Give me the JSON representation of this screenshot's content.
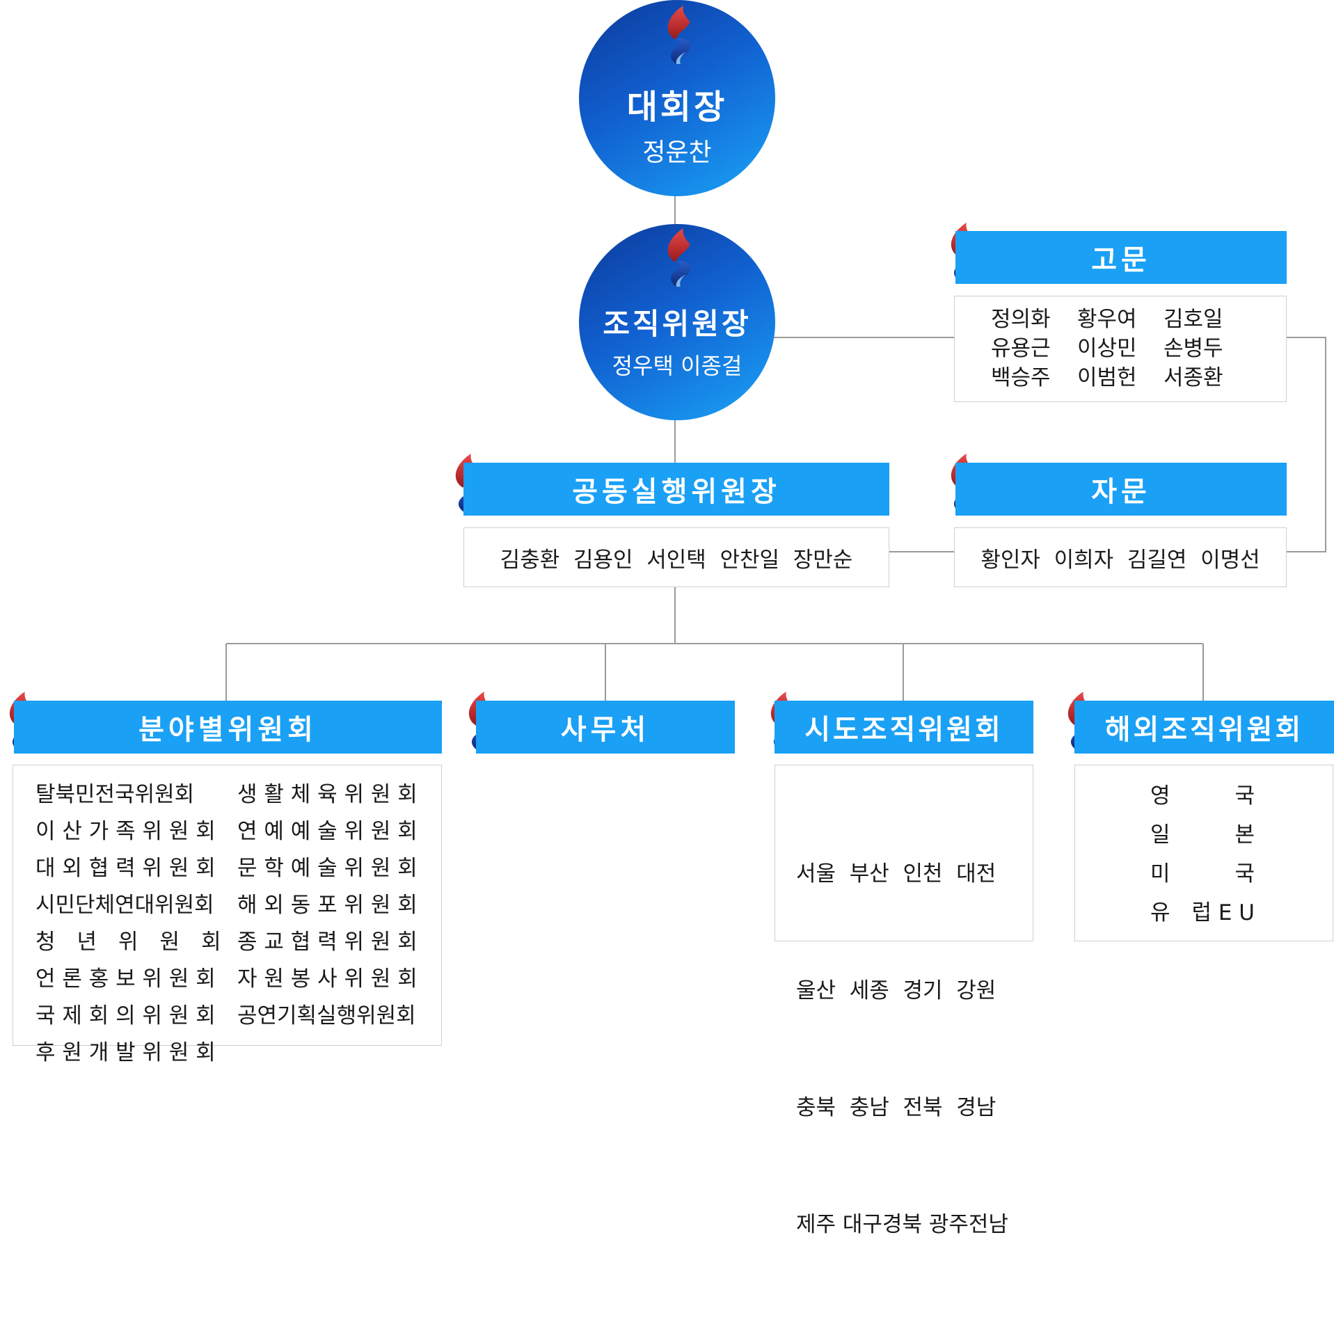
{
  "president": {
    "title": "대회장",
    "name": "정운찬"
  },
  "organizing_chair": {
    "title": "조직위원장",
    "names": "정우택 이종걸"
  },
  "advisors": {
    "title": "고문",
    "members": [
      "정의화",
      "황우여",
      "김호일",
      "유용근",
      "이상민",
      "손병두",
      "백승주",
      "이범헌",
      "서종환"
    ]
  },
  "co_executive": {
    "title": "공동실행위원장",
    "members": "김충환  김용인  서인택  안찬일  장만순"
  },
  "consultation": {
    "title": "자문",
    "members": "황인자  이희자  김길연  이명선"
  },
  "committees": {
    "title": "분야별위원회",
    "left": [
      "탈북민전국위원회",
      "이 산 가 족 위 원 회",
      "대 외 협 력 위 원 회",
      "시민단체연대위원회",
      "청　년　위　원　회",
      "언 론 홍 보 위 원 회",
      "국 제 회 의 위 원 회",
      "후 원 개 발 위 원 회"
    ],
    "right": [
      "생 활 체 육 위 원 회",
      "연 예 예 술 위 원 회",
      "문 학 예 술 위 원 회",
      "해 외 동 포 위 원 회",
      "종 교 협 력 위 원 회",
      "자 원 봉 사 위 원 회",
      "공연기획실행위원회"
    ]
  },
  "secretariat": {
    "title": "사무처"
  },
  "regional": {
    "title": "시도조직위원회",
    "rows": [
      "서울  부산  인천  대전",
      "울산  세종  경기  강원",
      "충북  충남  전북  경남",
      "제주 대구경북 광주전남"
    ]
  },
  "overseas": {
    "title": "해외조직위원회",
    "rows": [
      [
        "영",
        "국"
      ],
      [
        "일",
        "본"
      ],
      [
        "미",
        "국"
      ],
      [
        "유",
        "럽 E U"
      ]
    ]
  },
  "colors": {
    "bar": "#1aa0f5",
    "circle_dark": "#0c3a9a",
    "circle_light": "#1aa3f7",
    "line": "#9a9a9a",
    "panel_border": "#cfcfcf"
  }
}
